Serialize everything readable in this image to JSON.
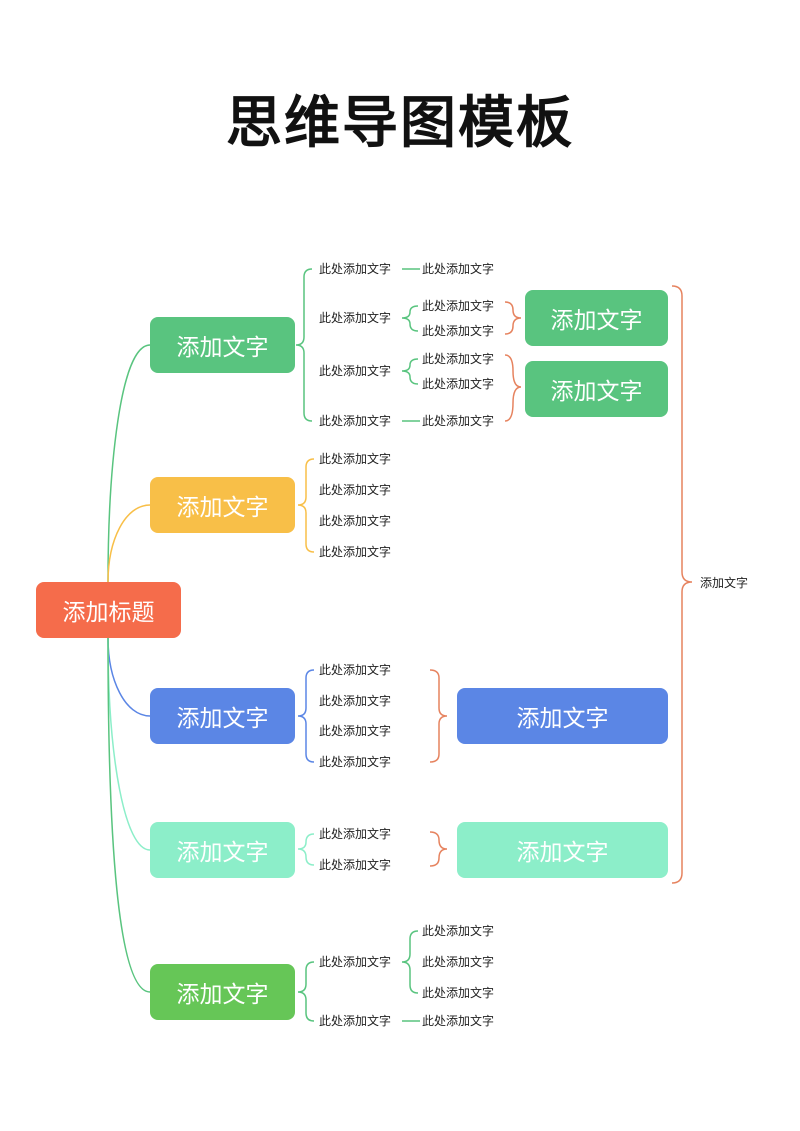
{
  "title": "思维导图模板",
  "colors": {
    "root": "#f56c4b",
    "green": "#59c47f",
    "yellow": "#f8bf48",
    "blue": "#5b86e5",
    "mint": "#8ceec9",
    "lime": "#66c657",
    "bracket": "#e6835f"
  },
  "root": {
    "label": "添加标题"
  },
  "branches": [
    {
      "label": "添加文字",
      "color": "green",
      "items": [
        {
          "label": "此处添加文字",
          "children": [
            "此处添加文字"
          ]
        },
        {
          "label": "此处添加文字",
          "children": [
            "此处添加文字",
            "此处添加文字"
          ]
        },
        {
          "label": "此处添加文字",
          "children": [
            "此处添加文字",
            "此处添加文字"
          ]
        },
        {
          "label": "此处添加文字",
          "children": [
            "此处添加文字"
          ]
        }
      ],
      "summaries": [
        "添加文字",
        "添加文字"
      ]
    },
    {
      "label": "添加文字",
      "color": "yellow",
      "items": [
        {
          "label": "此处添加文字"
        },
        {
          "label": "此处添加文字"
        },
        {
          "label": "此处添加文字"
        },
        {
          "label": "此处添加文字"
        }
      ]
    },
    {
      "label": "添加文字",
      "color": "blue",
      "items": [
        {
          "label": "此处添加文字"
        },
        {
          "label": "此处添加文字"
        },
        {
          "label": "此处添加文字"
        },
        {
          "label": "此处添加文字"
        }
      ],
      "summaries": [
        "添加文字"
      ]
    },
    {
      "label": "添加文字",
      "color": "mint",
      "items": [
        {
          "label": "此处添加文字"
        },
        {
          "label": "此处添加文字"
        }
      ],
      "summaries": [
        "添加文字"
      ]
    },
    {
      "label": "添加文字",
      "color": "lime",
      "items": [
        {
          "label": "此处添加文字",
          "children": [
            "此处添加文字",
            "此处添加文字",
            "此处添加文字"
          ]
        },
        {
          "label": "此处添加文字",
          "children": [
            "此处添加文字"
          ]
        }
      ]
    }
  ],
  "side_summary": "添加文字"
}
